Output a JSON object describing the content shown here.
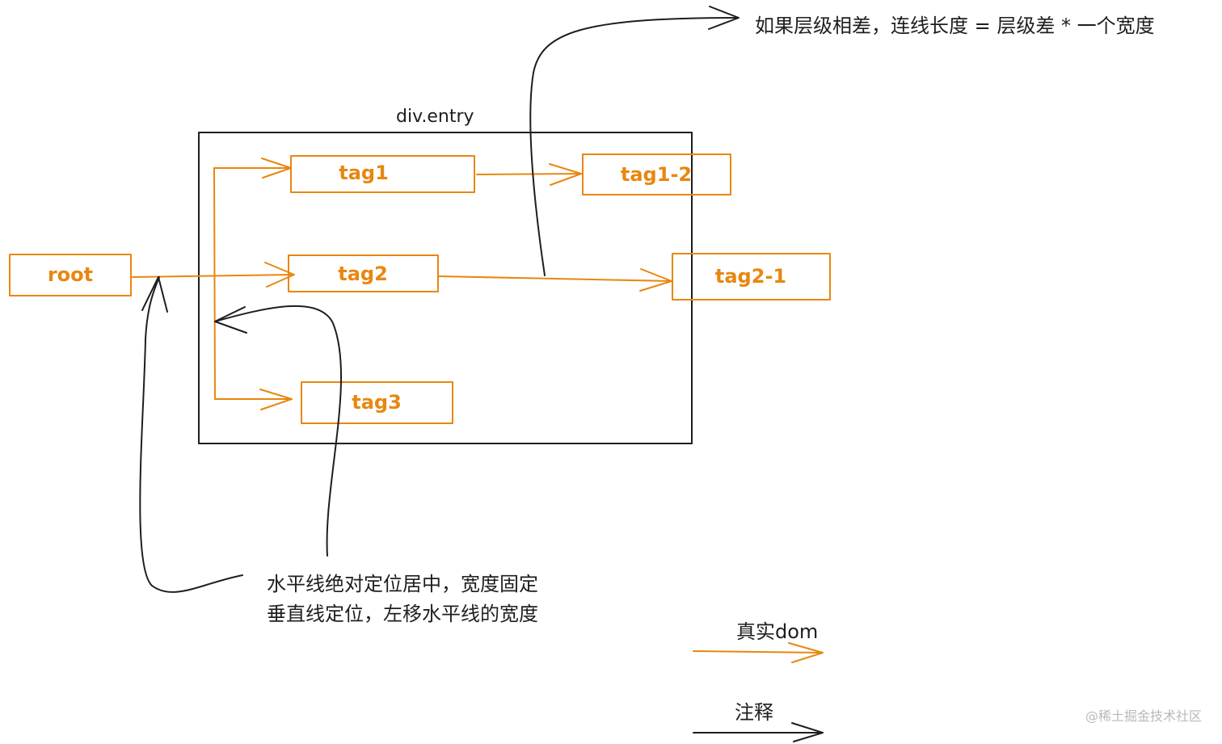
{
  "container": {
    "label": "div.entry"
  },
  "nodes": {
    "root": "root",
    "tag1": "tag1",
    "tag1_2": "tag1-2",
    "tag2": "tag2",
    "tag2_1": "tag2-1",
    "tag3": "tag3"
  },
  "annotations": {
    "top_right": "如果层级相差，连线长度 = 层级差 * 一个宽度",
    "bottom_line1": "水平线绝对定位居中，宽度固定",
    "bottom_line2": "垂直线定位，左移水平线的宽度"
  },
  "legend": {
    "real_dom": "真实dom",
    "note": "注释"
  },
  "watermark": "@稀土掘金技术社区",
  "colors": {
    "real_dom": "#e8870f",
    "note": "#1e1e1e"
  }
}
